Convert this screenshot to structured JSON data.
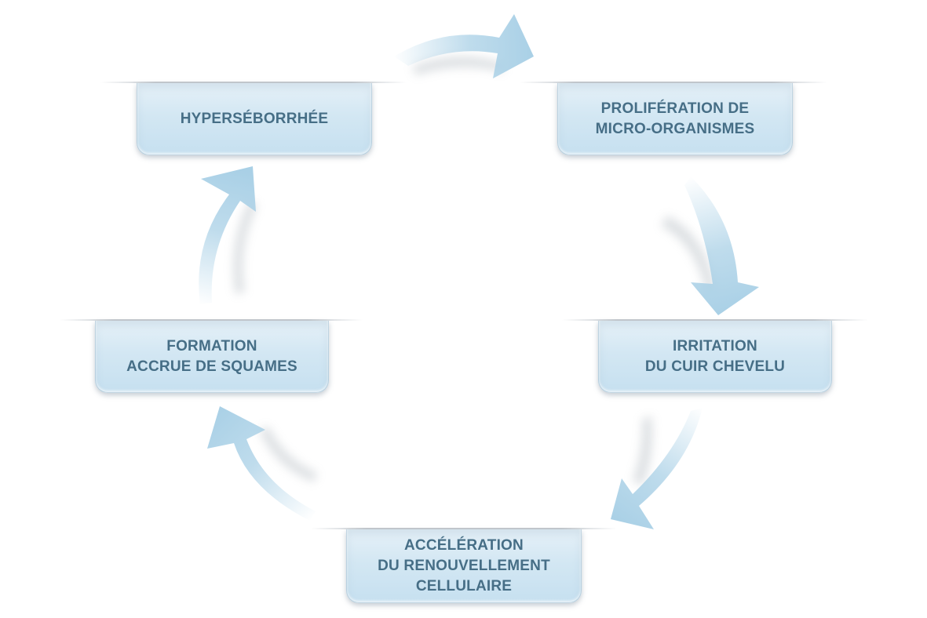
{
  "diagram": {
    "nodes": [
      {
        "id": "hyperseborrhee",
        "label": "HYPERSÉBORRHÉE"
      },
      {
        "id": "proliferation",
        "label": "PROLIFÉRATION DE\nMICRO-ORGANISMES"
      },
      {
        "id": "irritation",
        "label": "IRRITATION\nDU CUIR CHEVELU"
      },
      {
        "id": "acceleration",
        "label": "ACCÉLÉRATION\nDU RENOUVELLEMENT\nCELLULAIRE"
      },
      {
        "id": "formation",
        "label": "FORMATION\nACCRUE DE SQUAMES"
      }
    ],
    "edges": [
      {
        "from": "hyperseborrhee",
        "to": "proliferation"
      },
      {
        "from": "proliferation",
        "to": "irritation"
      },
      {
        "from": "irritation",
        "to": "acceleration"
      },
      {
        "from": "acceleration",
        "to": "formation"
      },
      {
        "from": "formation",
        "to": "hyperseborrhee"
      }
    ],
    "colors": {
      "text": "#466e86",
      "box_fill": "#d3e7f3",
      "arrow": "#a9d0e6"
    }
  }
}
